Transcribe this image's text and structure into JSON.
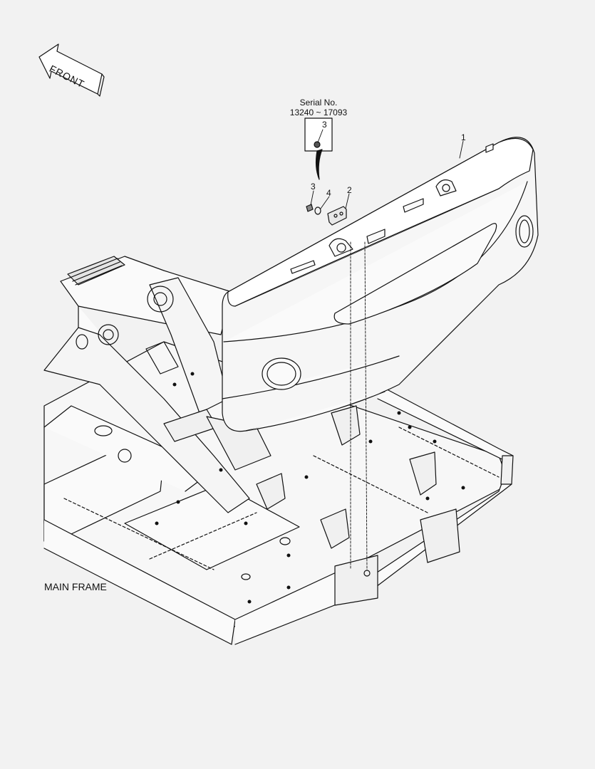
{
  "serial_label": "Serial No.",
  "serial_range": "13240 ~ 17093",
  "front_label": "FRONT",
  "main_frame_label": "MAIN FRAME",
  "callouts": {
    "counterweight": "1",
    "bracket": "2",
    "bolt_detail": "3",
    "bolt": "3",
    "washer": "4"
  }
}
